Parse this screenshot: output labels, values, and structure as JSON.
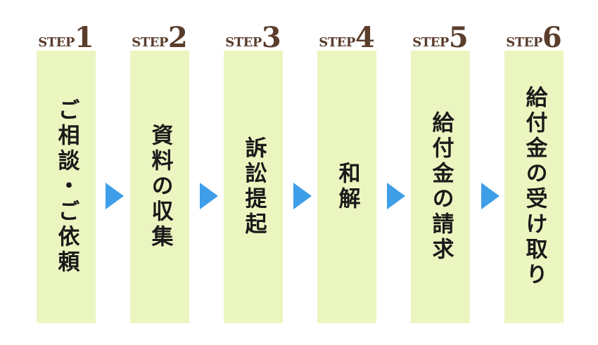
{
  "step_word": "STEP",
  "steps": [
    {
      "number": "1",
      "text": "ご相談・ご依頼"
    },
    {
      "number": "2",
      "text": "資料の収集"
    },
    {
      "number": "3",
      "text": "訴訟提起"
    },
    {
      "number": "4",
      "text": "和解"
    },
    {
      "number": "5",
      "text": "給付金の請求"
    },
    {
      "number": "6",
      "text": "給付金の受け取り"
    }
  ],
  "colors": {
    "box": "#ebf5c0",
    "arrow": "#3f9ee8",
    "step_label": "#5a3d2b"
  }
}
